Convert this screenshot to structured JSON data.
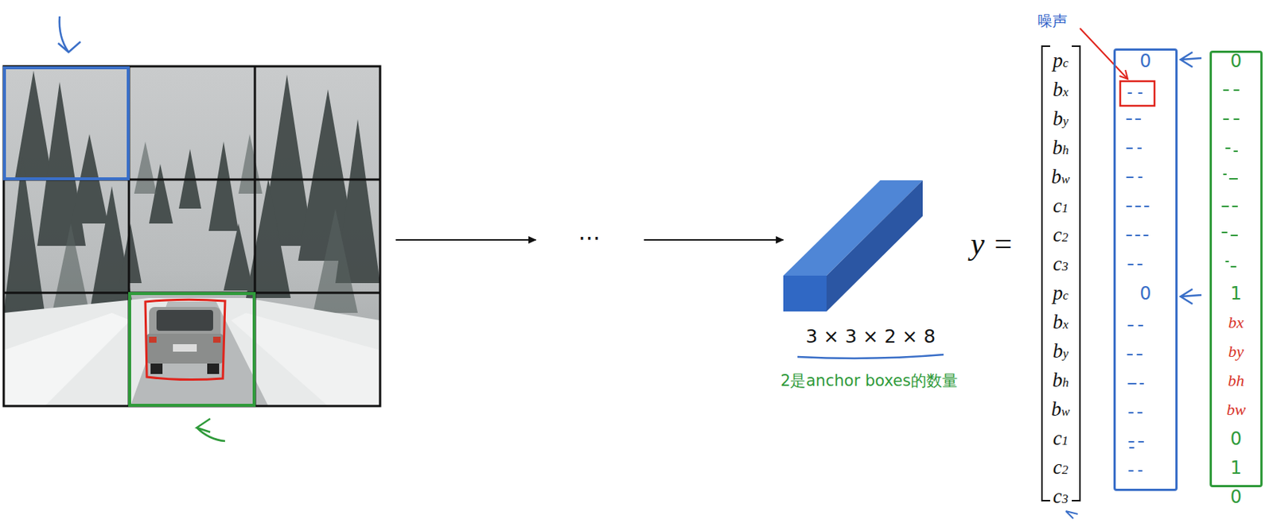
{
  "diagram": {
    "nodes": [
      {
        "text": [
          "0",
          "0"
        ]
      },
      {
        "text": [
          "0",
          "1",
          "bx",
          "by",
          "bh",
          "bw",
          "0",
          "1",
          "0"
        ]
      }
    ],
    "labels": [
      "噪声",
      "⋯",
      "y =",
      "pc",
      "bx",
      "by",
      "bh",
      "bw",
      "c1",
      "c2",
      "c3",
      "pc",
      "bx",
      "by",
      "bh",
      "bw",
      "c1",
      "c2",
      "c3",
      "3 × 3 × 2 × 8",
      "2是anchor boxes的数量"
    ]
  }
}
